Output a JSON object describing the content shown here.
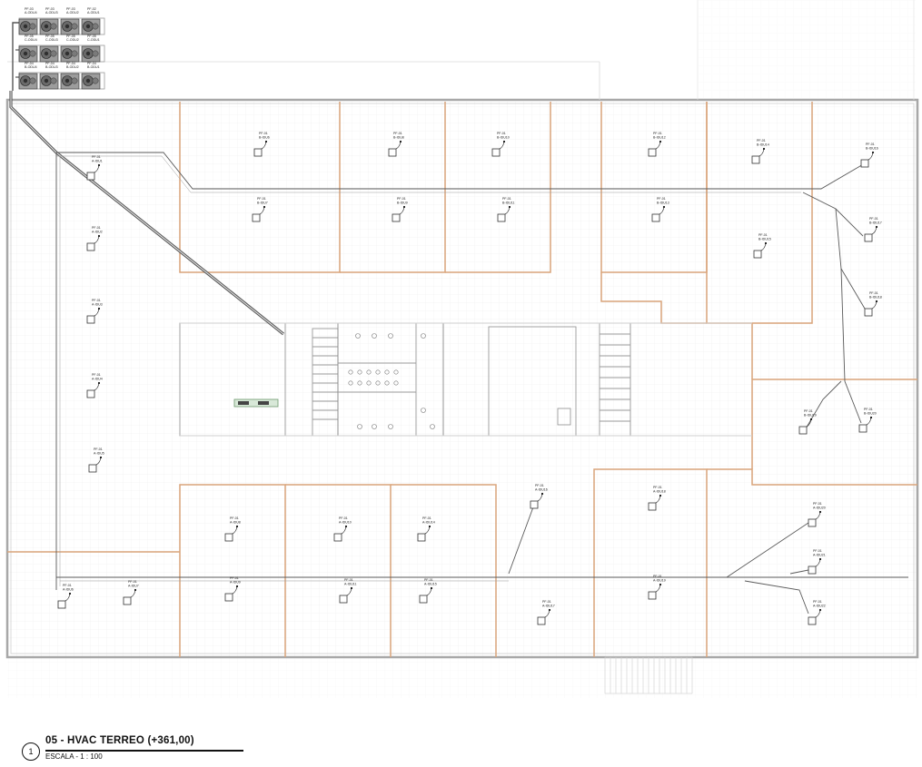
{
  "drawing": {
    "view_number": "1",
    "view_title": "05 - HVAC TERREO (+361,00)",
    "scale": "ESCALA - 1 : 100"
  },
  "colors": {
    "wall": "#b0b0b0",
    "room_partition": "#d9a47a",
    "duct": "#555555",
    "main_duct": "#6e6e6e",
    "grid": "#eeeeee",
    "equipment": "#333333"
  },
  "outdoor_units": [
    {
      "label": [
        "PF-03",
        "A-ODU4"
      ]
    },
    {
      "label": [
        "PF-03",
        "A-ODU3"
      ]
    },
    {
      "label": [
        "PF-03",
        "A-ODU2"
      ]
    },
    {
      "label": [
        "PF-02",
        "A-ODU1"
      ]
    },
    {
      "label": [
        "PF-05",
        "C-ODU4"
      ]
    },
    {
      "label": [
        "PF-05",
        "C-ODU3"
      ]
    },
    {
      "label": [
        "PF-05",
        "C-ODU2"
      ]
    },
    {
      "label": [
        "PF-05",
        "C-ODU1"
      ]
    },
    {
      "label": [
        "PF-04",
        "B-ODU4"
      ]
    },
    {
      "label": [
        "PF-04",
        "B-ODU3"
      ]
    },
    {
      "label": [
        "PF-04",
        "B-ODU2"
      ]
    },
    {
      "label": [
        "PF-04",
        "B-ODU1"
      ]
    }
  ],
  "indoor_units": [
    {
      "tag": "PF-01",
      "id": "A-IDU1"
    },
    {
      "tag": "PF-01",
      "id": "A-IDU2"
    },
    {
      "tag": "PF-01",
      "id": "A-IDU3"
    },
    {
      "tag": "PF-01",
      "id": "A-IDU4"
    },
    {
      "tag": "PF-01",
      "id": "A-IDU5"
    },
    {
      "tag": "PF-01",
      "id": "A-IDU6"
    },
    {
      "tag": "PF-01",
      "id": "A-IDU7"
    },
    {
      "tag": "PF-01",
      "id": "A-IDU8"
    },
    {
      "tag": "PF-01",
      "id": "A-IDU9"
    },
    {
      "tag": "PF-01",
      "id": "A-IDU10"
    },
    {
      "tag": "PF-01",
      "id": "A-IDU11"
    },
    {
      "tag": "PF-01",
      "id": "A-IDU14"
    },
    {
      "tag": "PF-01",
      "id": "A-IDU15"
    },
    {
      "tag": "PF-01",
      "id": "A-IDU16"
    },
    {
      "tag": "PF-01",
      "id": "A-IDU17"
    },
    {
      "tag": "PF-01",
      "id": "A-IDU18"
    },
    {
      "tag": "PF-01",
      "id": "A-IDU19"
    },
    {
      "tag": "PF-01",
      "id": "A-IDU20"
    },
    {
      "tag": "PF-01",
      "id": "A-IDU21"
    },
    {
      "tag": "PF-01",
      "id": "A-IDU22"
    },
    {
      "tag": "PF-01",
      "id": "B-IDU6"
    },
    {
      "tag": "PF-01",
      "id": "B-IDU7"
    },
    {
      "tag": "PF-01",
      "id": "B-IDU8"
    },
    {
      "tag": "PF-01",
      "id": "B-IDU9"
    },
    {
      "tag": "PF-01",
      "id": "B-IDU10"
    },
    {
      "tag": "PF-01",
      "id": "B-IDU11"
    },
    {
      "tag": "PF-01",
      "id": "B-IDU12"
    },
    {
      "tag": "PF-01",
      "id": "B-IDU13"
    },
    {
      "tag": "PF-01",
      "id": "B-IDU14"
    },
    {
      "tag": "PF-01",
      "id": "B-IDU15"
    },
    {
      "tag": "PF-01",
      "id": "B-IDU16"
    },
    {
      "tag": "PF-01",
      "id": "B-IDU17"
    },
    {
      "tag": "PF-01",
      "id": "B-IDU18"
    },
    {
      "tag": "PF-01",
      "id": "B-IDU19"
    },
    {
      "tag": "PF-01",
      "id": "B-IDU20"
    }
  ]
}
